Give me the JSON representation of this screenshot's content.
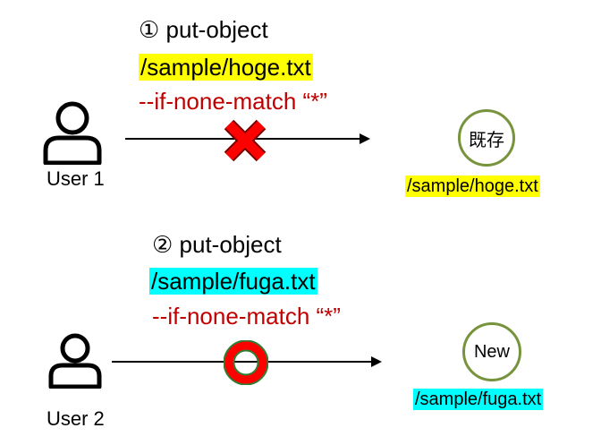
{
  "step1": {
    "title": "① put-object",
    "path": "/sample/hoge.txt",
    "option": "--if-none-match “*”",
    "user": "User 1",
    "result": "failure",
    "target_badge": "既存",
    "target_file": "/sample/hoge.txt",
    "path_highlight_color": "#ffff00"
  },
  "step2": {
    "title": "② put-object",
    "path": "/sample/fuga.txt",
    "option": "--if-none-match “*”",
    "user": "User 2",
    "result": "success",
    "target_badge": "New",
    "target_file": "/sample/fuga.txt",
    "path_highlight_color": "#00ffff"
  },
  "colors": {
    "option_text": "#c00000",
    "badge_border": "#77933c",
    "fail_mark": "#ff0000",
    "success_mark": "#ff0000",
    "success_mark_outline": "#2e7d32"
  },
  "icons": {
    "user": "person-outline-icon",
    "fail": "red-x-icon",
    "success": "red-circle-o-icon"
  }
}
